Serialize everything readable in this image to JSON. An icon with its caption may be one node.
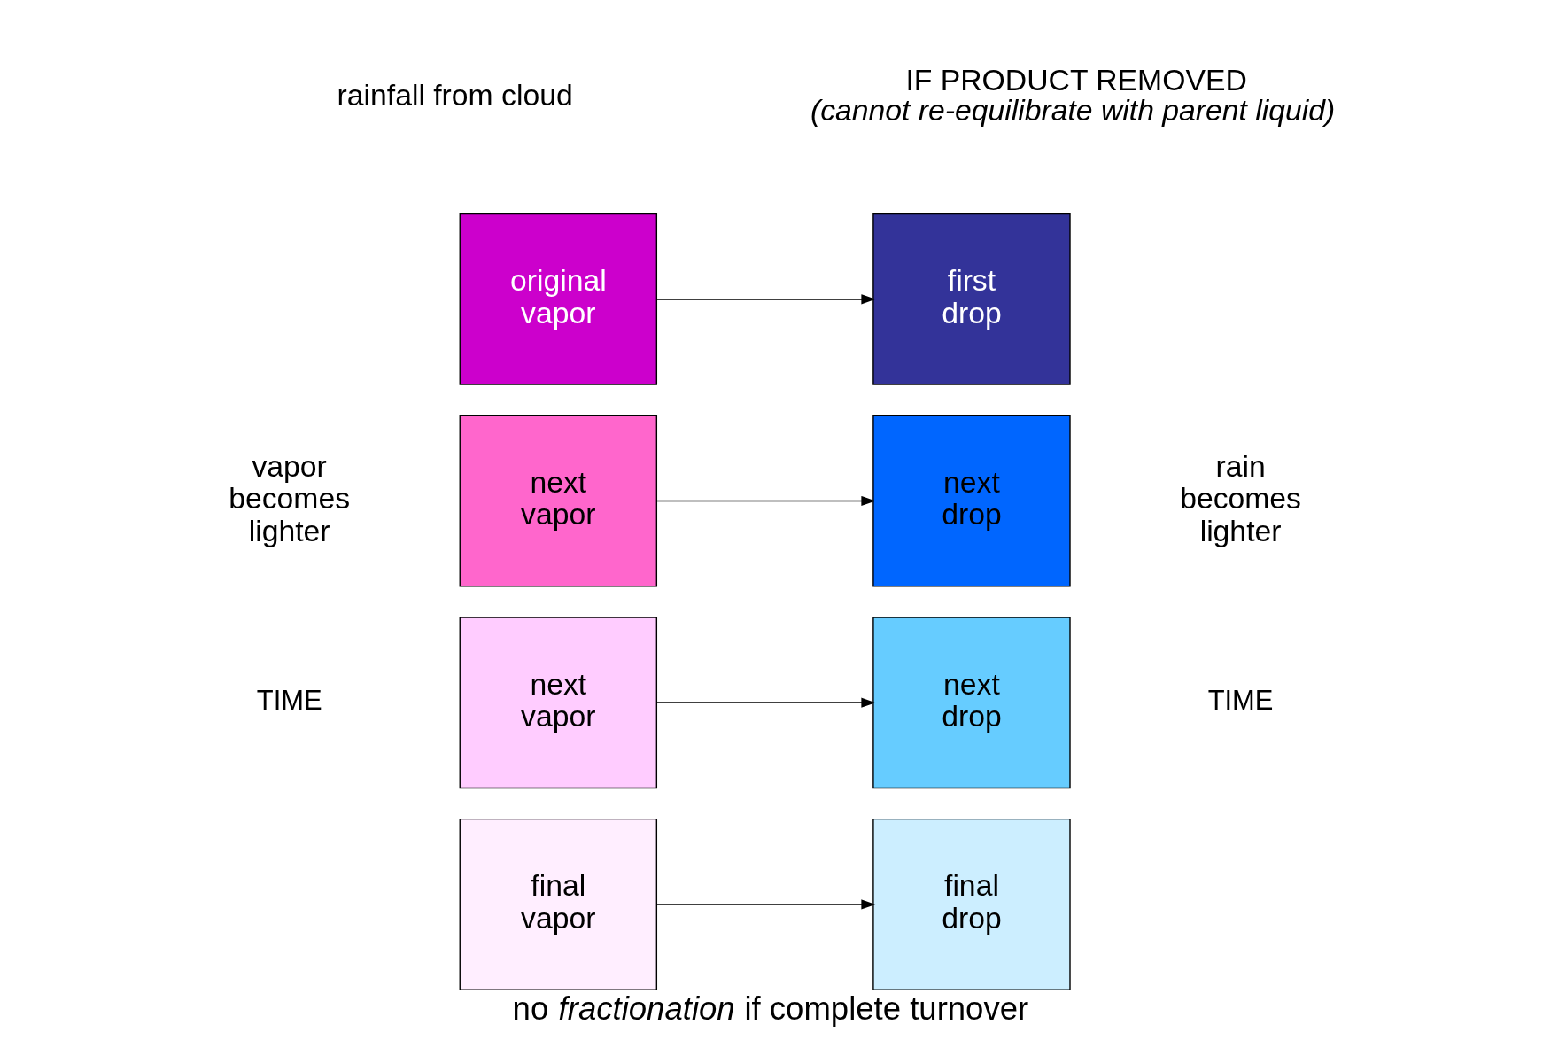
{
  "diagram": {
    "caption": "no *fractionation* if complete turnover",
    "nodes": [
      {
        "text": [
          "original vapor"
        ]
      },
      {
        "text": [
          "next vapor"
        ]
      },
      {
        "text": [
          "next vapor"
        ]
      },
      {
        "text": [
          "final vapor"
        ]
      },
      {
        "text": [
          "first drop"
        ]
      },
      {
        "text": [
          "next drop"
        ]
      },
      {
        "text": [
          "next drop"
        ]
      },
      {
        "text": [
          "final drop"
        ]
      }
    ],
    "edges": [
      {
        "from": 0,
        "to": 4,
        "arrow": "to"
      },
      {
        "from": 1,
        "to": 5,
        "arrow": "to"
      },
      {
        "from": 2,
        "to": 6,
        "arrow": "to"
      },
      {
        "from": 3,
        "to": 7,
        "arrow": "to"
      }
    ],
    "labels": [
      "rainfall from cloud",
      "IF PRODUCT REMOVED",
      "(cannot re-equilibrate with parent liquid)",
      "vapor becomes lighter",
      "TIME",
      "TIME",
      "rain becomes lighter"
    ]
  }
}
